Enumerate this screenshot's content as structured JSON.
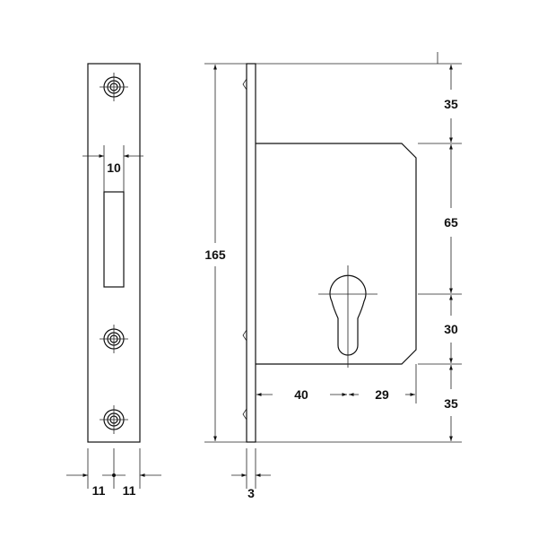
{
  "diagram": {
    "dimensions": {
      "faceplate_width_left": "11",
      "faceplate_width_right": "11",
      "bolt_width": "10",
      "overall_height": "165",
      "plate_thickness": "3",
      "top_to_case": "35",
      "case_height_upper": "65",
      "cylinder_section": "30",
      "bottom_section": "35",
      "backset": "40",
      "keyhole_to_edge": "29"
    }
  }
}
